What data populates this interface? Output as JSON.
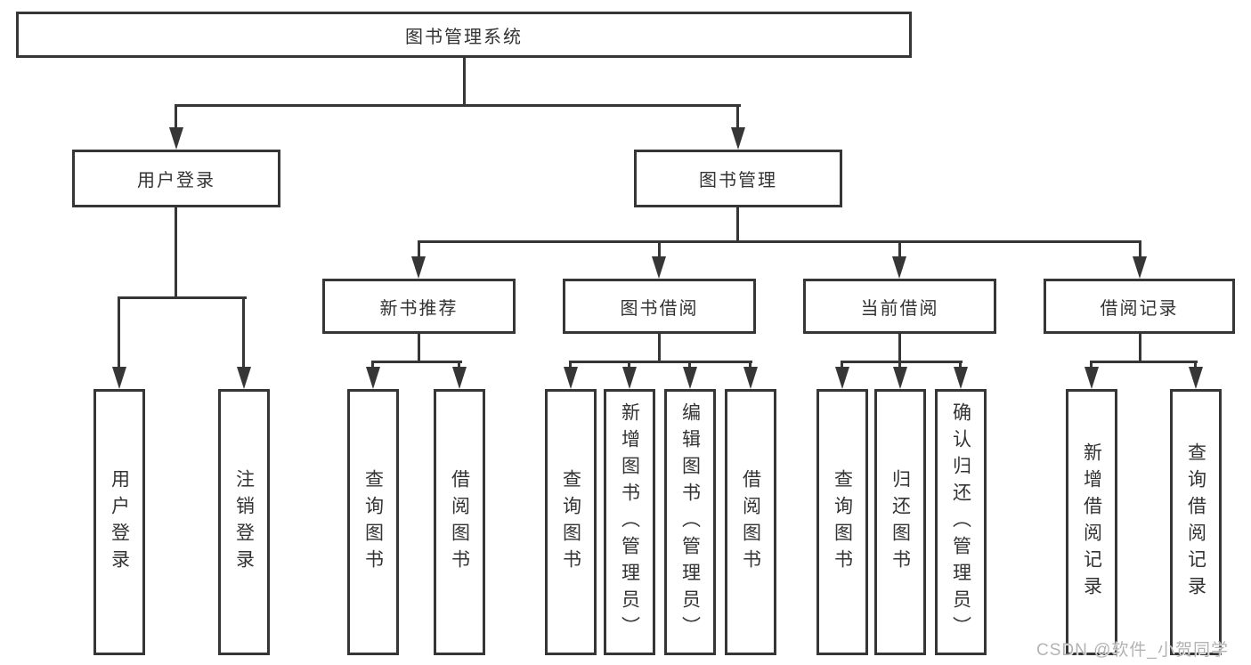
{
  "diagram": {
    "type": "hierarchy-tree",
    "title": "图书管理系统"
  },
  "nodes": {
    "root": {
      "label": "图书管理系统"
    },
    "userLogin": {
      "label": "用户登录"
    },
    "bookManagement": {
      "label": "图书管理"
    },
    "newBookRec": {
      "label": "新书推荐"
    },
    "bookBorrow": {
      "label": "图书借阅"
    },
    "currentBorrow": {
      "label": "当前借阅"
    },
    "borrowRecord": {
      "label": "借阅记录"
    },
    "leafUserLogin": {
      "label": "用户登录"
    },
    "leafLogout": {
      "label": "注销登录"
    },
    "leafRecQueryBook": {
      "label": "查询图书"
    },
    "leafRecBorrowBook": {
      "label": "借阅图书"
    },
    "leafBorQueryBook": {
      "label": "查询图书"
    },
    "leafBorAddBook": {
      "label": "新增图书（管理员）"
    },
    "leafBorEditBook": {
      "label": "编辑图书（管理员）"
    },
    "leafBorBorrowBook": {
      "label": "借阅图书"
    },
    "leafCurQueryBook": {
      "label": "查询图书"
    },
    "leafCurReturnBook": {
      "label": "归还图书"
    },
    "leafCurConfirmReturn": {
      "label": "确认归还（管理员）"
    },
    "leafRecordAdd": {
      "label": "新增借阅记录"
    },
    "leafRecordQuery": {
      "label": "查询借阅记录"
    }
  },
  "hierarchy": {
    "图书管理系统": {
      "用户登录": [
        "用户登录",
        "注销登录"
      ],
      "图书管理": {
        "新书推荐": [
          "查询图书",
          "借阅图书"
        ],
        "图书借阅": [
          "查询图书",
          "新增图书（管理员）",
          "编辑图书（管理员）",
          "借阅图书"
        ],
        "当前借阅": [
          "查询图书",
          "归还图书",
          "确认归还（管理员）"
        ],
        "借阅记录": [
          "新增借阅记录",
          "查询借阅记录"
        ]
      }
    }
  },
  "watermark": {
    "text": "CSDN @软件_小贺同学"
  },
  "colors": {
    "line": "#363636",
    "text": "#333333",
    "watermark": "#b3b3b3",
    "background": "#ffffff"
  }
}
